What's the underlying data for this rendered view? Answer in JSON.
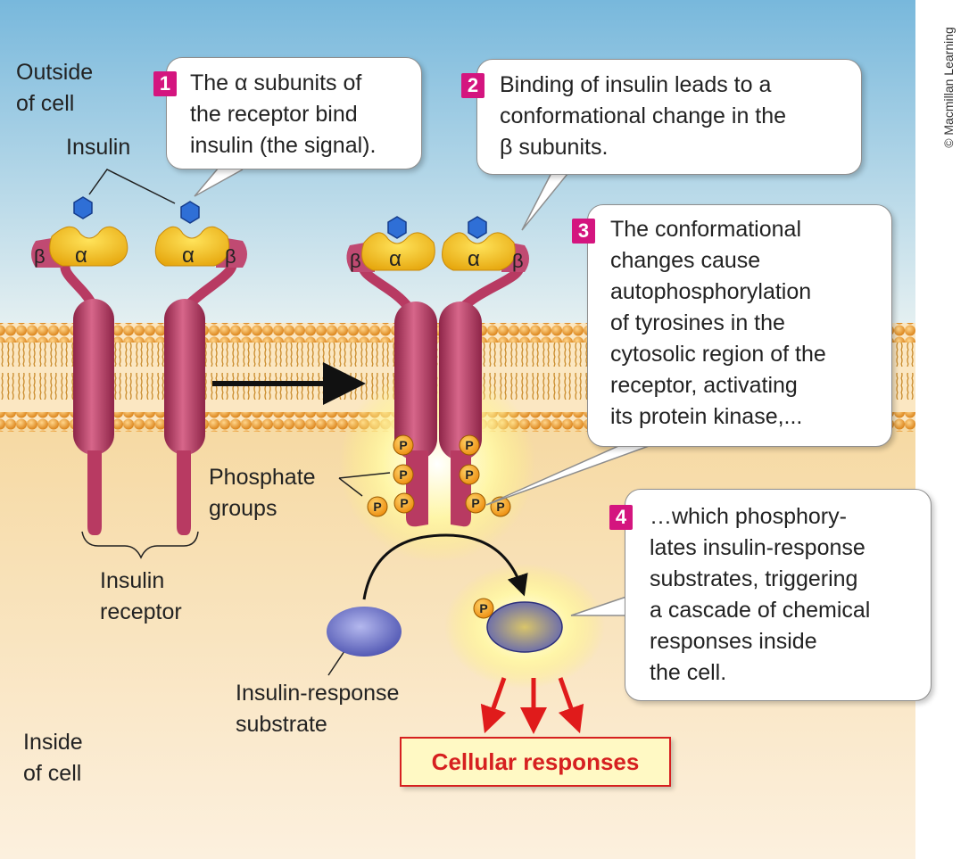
{
  "labels": {
    "outside": [
      "Outside",
      "of cell"
    ],
    "inside": [
      "Inside",
      "of cell"
    ],
    "insulin": "Insulin",
    "receptor": [
      "Insulin",
      "receptor"
    ],
    "phosphate": [
      "Phosphate",
      "groups"
    ],
    "substrate": [
      "Insulin-response",
      "substrate"
    ],
    "alpha": "α",
    "beta": "β",
    "p": "P"
  },
  "steps": [
    {
      "number": "1",
      "lines": [
        "The α subunits of",
        "the receptor bind",
        "insulin (the signal)."
      ]
    },
    {
      "number": "2",
      "lines": [
        "Binding of insulin leads to a",
        "conformational change in the",
        "β subunits."
      ]
    },
    {
      "number": "3",
      "lines": [
        "The conformational",
        "changes cause",
        "autophosphorylation",
        "of tyrosines in the",
        "cytosolic region of the",
        "receptor, activating",
        "its protein kinase,..."
      ]
    },
    {
      "number": "4",
      "lines": [
        "…which phosphory-",
        "lates insulin-response",
        "substrates, triggering",
        "a cascade of chemical",
        "responses inside",
        "the cell."
      ]
    }
  ],
  "responses": "Cellular responses",
  "credit": "© Macmillan Learning",
  "colors": {
    "step_badge": "#d4157f",
    "response_red": "#d62020",
    "receptor": "#b83a62",
    "alpha_subunit": "#f6c21b",
    "insulin": "#2f6fd6",
    "phosphate": "#f29a1c",
    "membrane_head": "#f0a440"
  }
}
